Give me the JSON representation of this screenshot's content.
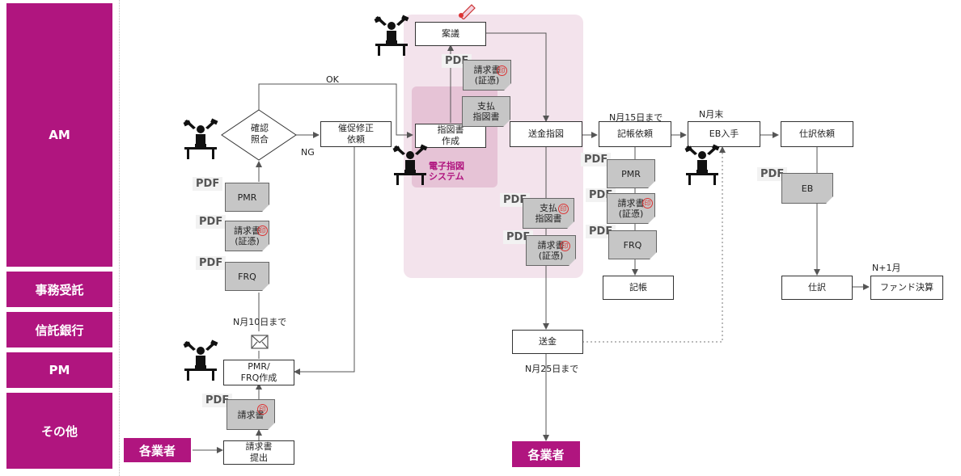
{
  "lanes": [
    "AM",
    "事務受託",
    "信託銀行",
    "PM",
    "その他"
  ],
  "nodes": {
    "ringi": "案議",
    "shijisho_sakusei": "指図書\n作成",
    "sokin_shizu": "送金指図",
    "kicho_irai": "記帳依頼",
    "eb_nyushu": "EB入手",
    "shiwake_irai": "仕訳依頼",
    "kakunin": "確認\n照合",
    "saisoku": "催促修正\n依頼",
    "kicho": "記帳",
    "shiwake": "仕訳",
    "fund_kessan": "ファンド決算",
    "sokin": "送金",
    "pmr_frq_sakusei": "PMR/\nFRQ作成",
    "seikyusho_teishutsu": "請求書\n提出"
  },
  "docs": {
    "pdf": "PDF",
    "seikyusho": "請求書\n(証憑)",
    "shiharai": "支払\n指図書",
    "pmr": "PMR",
    "frq": "FRQ",
    "eb": "EB",
    "seikyusho_only": "請求書"
  },
  "system_label": "電子指図\nシステム",
  "seal_char": "印",
  "labels": {
    "ok": "OK",
    "ng": "NG",
    "n15": "N月15日まで",
    "nend": "N月末",
    "n1": "N+1月",
    "n10": "N月10日まで",
    "n25": "N月25日まで"
  },
  "vendor": "各業者",
  "colors": {
    "accent": "#b0157f",
    "zone_outer": "#f3e3ec",
    "zone_inner": "#e6c3d6",
    "doc": "#c6c6c6"
  }
}
